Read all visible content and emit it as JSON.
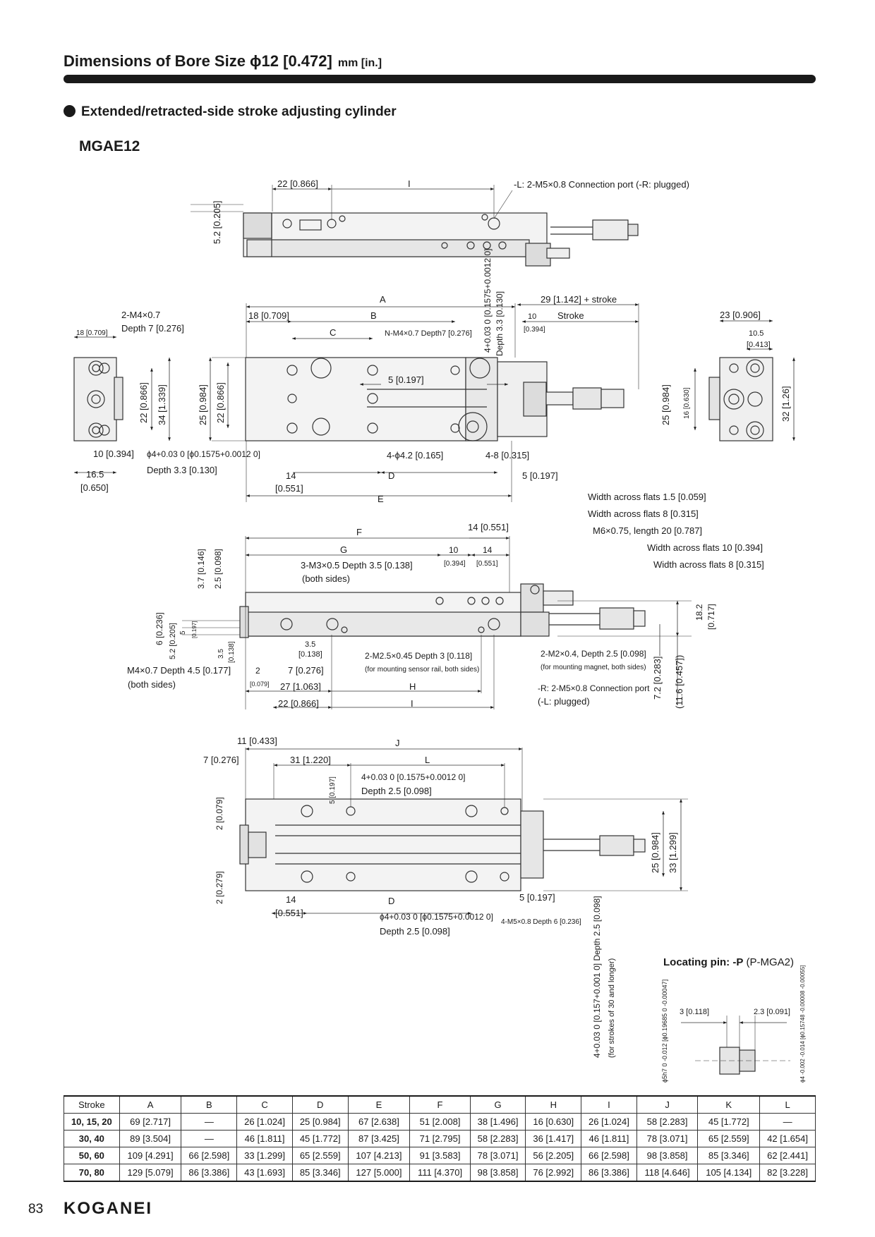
{
  "page": {
    "title": "Dimensions of Bore Size ϕ12 [0.472]",
    "title_unit": "mm [in.]",
    "subtitle": "Extended/retracted-side stroke adjusting cylinder",
    "model": "MGAE12",
    "page_number": "83",
    "brand": "KOGANEI"
  },
  "drawing": {
    "labels": {
      "d_22_top": "22 [0.866]",
      "d_I_top": "I",
      "port_top": "-L: 2-M5×0.8 Connection port (-R: plugged)",
      "d_5_2": "5.2 [0.205]",
      "d_A": "A",
      "d_18": "18 [0.709]",
      "d_B": "B",
      "d_C": "C",
      "d_nm4": "N-M4×0.7 Depth7 [0.276]",
      "d_4_1575": "4+0.03 0 [0.1575+0.0012 0]",
      "d_depth33_v": "Depth 3.3 [0.130]",
      "d_29": "29 [1.142] + stroke",
      "d_10": "10",
      "d_10_in": "[0.394]",
      "d_stroke": "Stroke",
      "d_5_197": "5 [0.197]",
      "d_25_984": "25 [0.984]",
      "d_22_866_v": "22 [0.866]",
      "d_4_42": "4-ϕ4.2 [0.165]",
      "d_4_8": "4-8 [0.315]",
      "d_14_551": "14",
      "d_14_551_in": "[0.551]",
      "d_D": "D",
      "d_5_197_b": "5 [0.197]",
      "d_E": "E",
      "l_2m4": "2-M4×0.7",
      "l_depth7": "Depth 7 [0.276]",
      "l_18_709": "18 [0.709]",
      "l_22_866": "22 [0.866]",
      "l_34_1339": "34 [1.339]",
      "l_10_394": "10 [0.394]",
      "l_pin": "ϕ4+0.03 0 [ϕ0.1575+0.0012 0]",
      "l_depth33": "Depth 3.3 [0.130]",
      "l_16_5": "16.5",
      "l_16_5_in": "[0.650]",
      "r_23_906": "23 [0.906]",
      "r_10_5": "10.5",
      "r_10_5_in": "[0.413]",
      "r_25_984": "25 [0.984]",
      "r_16_630": "16 [0.630]",
      "r_32_126": "32 [1.26]",
      "wf1": "Width across flats 1.5 [0.059]",
      "wf2": "Width across flats 8 [0.315]",
      "m6": "M6×0.75, length 20 [0.787]",
      "wf3": "Width across flats 10 [0.394]",
      "wf4": "Width across flats 8 [0.315]",
      "d_F": "F",
      "d_14_551_f": "14 [0.551]",
      "d_G": "G",
      "d_10_f": "10",
      "d_10_f_in": "[0.394]",
      "d_14_f": "14",
      "d_14_f_in": "[0.551]",
      "m3": "3-M3×0.5 Depth 3.5 [0.138]",
      "m3_sides": "(both sides)",
      "d_3_7": "3.7 [0.146]",
      "d_2_5": "2.5 [0.098]",
      "d_6_236": "6 [0.236]",
      "d_5_2_205": "5.2 [0.205]",
      "d_5_small": "5",
      "d_5_small_in": "[0.197]",
      "d_3_5_v": "3.5",
      "d_3_5_v_in": "[0.138]",
      "d_3_5": "3.5",
      "d_3_5_in": "[0.138]",
      "m2_5": "2-M2.5×0.45 Depth 3 [0.118]",
      "m2_5_note": "(for mounting sensor rail, both sides)",
      "m2": "2-M2×0.4, Depth 2.5 [0.098]",
      "m2_note": "(for mounting magnet, both sides)",
      "m4_45": "M4×0.7 Depth 4.5 [0.177]",
      "m4_45_sides": "(both sides)",
      "d_2": "2",
      "d_2_in": "[0.079]",
      "d_7_276": "7 [0.276]",
      "d_27": "27 [1.063]",
      "d_H": "H",
      "d_22_866_f": "22 [0.866]",
      "d_I_f": "I",
      "port_r": "-R: 2-M5×0.8 Connection port",
      "port_r2": "(-L: plugged)",
      "d_18_2": "18.2",
      "d_18_2_in": "[0.717]",
      "d_7_2": "7.2 [0.283]",
      "d_11_6": "(11.6 [0.457])",
      "d_11_433": "11 [0.433]",
      "d_J": "J",
      "d_7_276_b": "7 [0.276]",
      "d_31": "31 [1.220]",
      "d_L": "L",
      "d_pin_b": "4+0.03 0 [0.1575+0.0012 0]",
      "d_depth25": "Depth 2.5 [0.098]",
      "d_5_197_v": "5 [0.197]",
      "d_2_079": "2 [0.079]",
      "d_2_279": "2 [0.279]",
      "d_25_984_b": "25 [0.984]",
      "d_33": "33 [1.299]",
      "d_14_b": "14",
      "d_14_b_in": "[0.551]",
      "d_D_b": "D",
      "d_5_197_c": "5 [0.197]",
      "d_pin_c": "ϕ4+0.03 0 [ϕ0.1575+0.0012 0]",
      "d_depth25_c": "Depth 2.5 [0.098]",
      "d_4m5": "4-M5×0.8 Depth 6 [0.236]",
      "d_vertical_pin": "4+0.03 0 [0.157+0.001 0] Depth 2.5 [0.098]",
      "d_vertical_pin2": "(for strokes of 30 and longer)",
      "pin_3": "3 [0.118]",
      "pin_2_3": "2.3 [0.091]",
      "pin_d5": "ϕ5h7 0 -0.012 [ϕ0.19685 0 -0.00047]",
      "pin_d4": "ϕ4 -0.002 -0.014 [ϕ0.15748 -0.00008 -0.00055]"
    },
    "pin_title_bold": "Locating pin: -P",
    "pin_title_rest": " (P-MGA2)"
  },
  "table": {
    "headers": [
      "Stroke",
      "A",
      "B",
      "C",
      "D",
      "E",
      "F",
      "G",
      "H",
      "I",
      "J",
      "K",
      "L"
    ],
    "rows": [
      [
        "10, 15, 20",
        "69 [2.717]",
        "—",
        "26 [1.024]",
        "25 [0.984]",
        "67 [2.638]",
        "51 [2.008]",
        "38 [1.496]",
        "16 [0.630]",
        "26 [1.024]",
        "58 [2.283]",
        "45 [1.772]",
        "—"
      ],
      [
        "30, 40",
        "89 [3.504]",
        "—",
        "46 [1.811]",
        "45 [1.772]",
        "87 [3.425]",
        "71 [2.795]",
        "58 [2.283]",
        "36 [1.417]",
        "46 [1.811]",
        "78 [3.071]",
        "65 [2.559]",
        "42 [1.654]"
      ],
      [
        "50, 60",
        "109 [4.291]",
        "66 [2.598]",
        "33 [1.299]",
        "65 [2.559]",
        "107 [4.213]",
        "91 [3.583]",
        "78 [3.071]",
        "56 [2.205]",
        "66 [2.598]",
        "98 [3.858]",
        "85 [3.346]",
        "62 [2.441]"
      ],
      [
        "70, 80",
        "129 [5.079]",
        "86 [3.386]",
        "43 [1.693]",
        "85 [3.346]",
        "127 [5.000]",
        "111 [4.370]",
        "98 [3.858]",
        "76 [2.992]",
        "86 [3.386]",
        "118 [4.646]",
        "105 [4.134]",
        "82 [3.228]"
      ]
    ]
  }
}
